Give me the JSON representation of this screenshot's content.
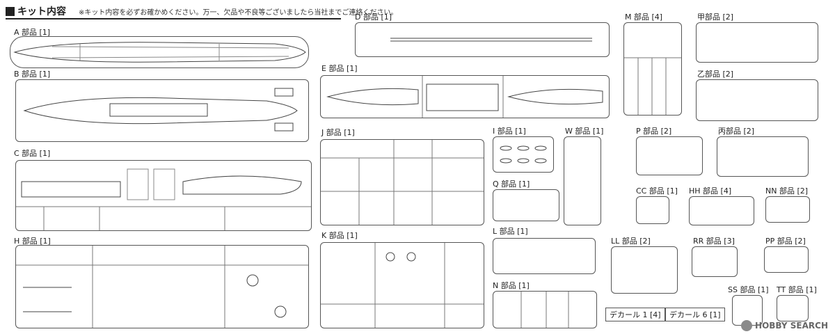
{
  "header": {
    "title": "キット内容",
    "note": "※キット内容を必ずお確かめください。万一、欠品や不良等ございましたら当社までご連絡ください。"
  },
  "parts": {
    "A": "A 部品 [1]",
    "B": "B 部品 [1]",
    "C": "C 部品 [1]",
    "H": "H 部品 [1]",
    "D": "D 部品 [1]",
    "E": "E 部品 [1]",
    "J": "J 部品 [1]",
    "K": "K 部品 [1]",
    "I": "I 部品 [1]",
    "Q": "Q 部品 [1]",
    "W": "W 部品 [1]",
    "L": "L 部品 [1]",
    "N": "N 部品 [1]",
    "M": "M 部品 [4]",
    "P": "P 部品 [2]",
    "CC": "CC 部品 [1]",
    "HH": "HH 部品 [4]",
    "LL": "LL 部品 [2]",
    "RR": "RR 部品 [3]",
    "ko": "甲部品 [2]",
    "otsu": "乙部品 [2]",
    "hei": "丙部品 [2]",
    "NN": "NN 部品 [2]",
    "PP": "PP 部品 [2]",
    "SS": "SS 部品 [1]",
    "TT": "TT 部品 [1]"
  },
  "decals": {
    "d1": "デカール 1 [4]",
    "d6": "デカール 6 [1]"
  },
  "watermark": {
    "text": "HOBBY SEARCH"
  }
}
